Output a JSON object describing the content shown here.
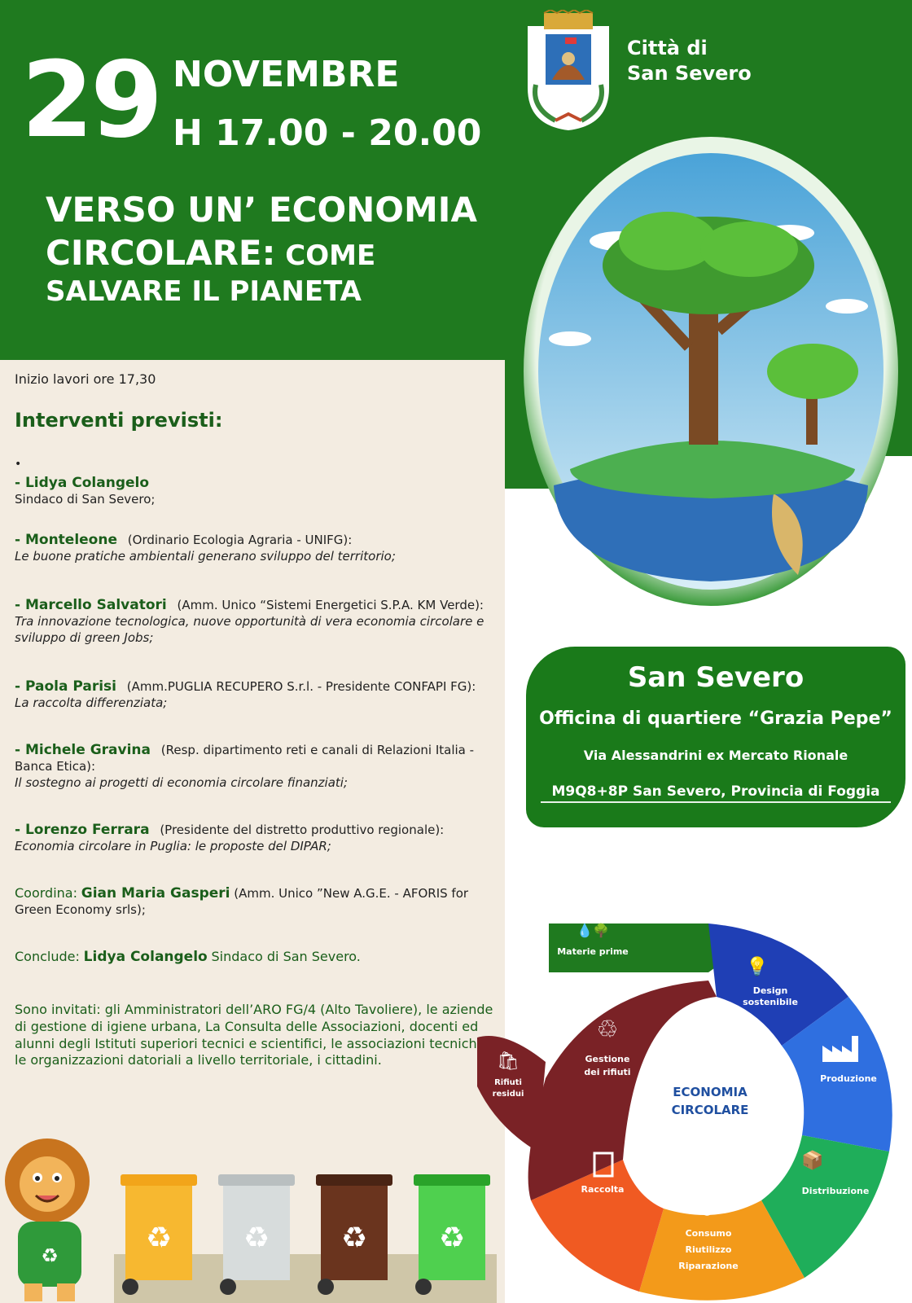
{
  "event": {
    "day": "29",
    "month": "NOVEMBRE",
    "hours": "H 17.00 -  20.00",
    "title_line1": "VERSO UN’ ECONOMIA",
    "title_line2_big": "CIRCOLARE:",
    "title_line2_small": " COME",
    "title_line3": "SALVARE IL PIANETA"
  },
  "organizer": {
    "line1": "Città di",
    "line2": "San Severo",
    "crest_icon": "city-crest-icon"
  },
  "program": {
    "start_time": "Inizio lavori ore 17,30",
    "heading": "Interventi previsti:",
    "bullet": "•",
    "speakers": [
      {
        "name": "- Lidya Colangelo",
        "role": "",
        "talk": "Sindaco di San Severo;"
      },
      {
        "name": "- Monteleone",
        "role": "(Ordinario Ecologia Agraria - UNIFG):",
        "talk": "Le buone pratiche ambientali generano sviluppo del territorio;"
      },
      {
        "name": "- Marcello Salvatori",
        "role": "(Amm. Unico “Sistemi Energetici S.P.A. KM Verde):",
        "talk": "Tra innovazione tecnologica, nuove opportunità di vera economia circolare e sviluppo di green Jobs;"
      },
      {
        "name": "- Paola Parisi",
        "role": "(Amm.PUGLIA RECUPERO S.r.l. - Presidente CONFAPI FG):",
        "talk": "La raccolta differenziata;"
      },
      {
        "name": "- Michele Gravina",
        "role": "(Resp. dipartimento reti e canali di Relazioni Italia - Banca Etica):",
        "talk": "Il sostegno ai progetti di economia circolare finanziati;"
      },
      {
        "name": "- Lorenzo Ferrara",
        "role": "(Presidente del distretto produttivo regionale):",
        "talk": "Economia circolare in Puglia: le proposte del DIPAR;"
      }
    ],
    "coordinator_prefix": "Coordina:",
    "coordinator_name": "Gian Maria Gasperi",
    "coordinator_role": "(Amm. Unico ”New A.G.E. - AFORIS for Green Economy srls);",
    "conclusion_prefix": "Conclude:",
    "conclusion_name": "Lidya Colangelo",
    "conclusion_role": "Sindaco di San Severo.",
    "invited": "Sono invitati: gli Amministratori dell’ARO FG/4 (Alto Tavoliere), le aziende di gestione di igiene urbana, La Consulta delle Associazioni, docenti ed alunni degli Istituti superiori tecnici e scientifici, le associazioni tecniche, le organizzazioni datoriali a livello territoriale, i cittadini."
  },
  "venue": {
    "city": "San Severo",
    "place": "Officina di quartiere “Grazia Pepe”",
    "address": "Via Alessandrini ex Mercato Rionale",
    "code": "M9Q8+8P San Severo, Provincia di Foggia"
  },
  "cycle": {
    "center_line1": "ECONOMIA",
    "center_line2": "CIRCOLARE",
    "materials": "Materie prime",
    "design_1": "Design",
    "design_2": "sostenibile",
    "production": "Produzione",
    "distribution": "Distribuzione",
    "consumption_1": "Consumo",
    "consumption_2": "Riutilizzo",
    "consumption_3": "Riparazione",
    "collection": "Raccolta",
    "waste_mgmt_1": "Gestione",
    "waste_mgmt_2": "dei rifiuti",
    "residual_1": "Rifiuti",
    "residual_2": "residui",
    "colors": {
      "materials": "#1f7a1f",
      "design": "#1f3fb5",
      "production": "#2f6fe0",
      "distribution": "#1fae5a",
      "consumption": "#f39a1a",
      "collection": "#f05a22",
      "waste": "#7a2226",
      "center_text": "#1f4fa0"
    }
  },
  "colors": {
    "brand_green": "#1f7a1f",
    "cream": "#f3ece1",
    "text_green": "#1a5e1a"
  }
}
